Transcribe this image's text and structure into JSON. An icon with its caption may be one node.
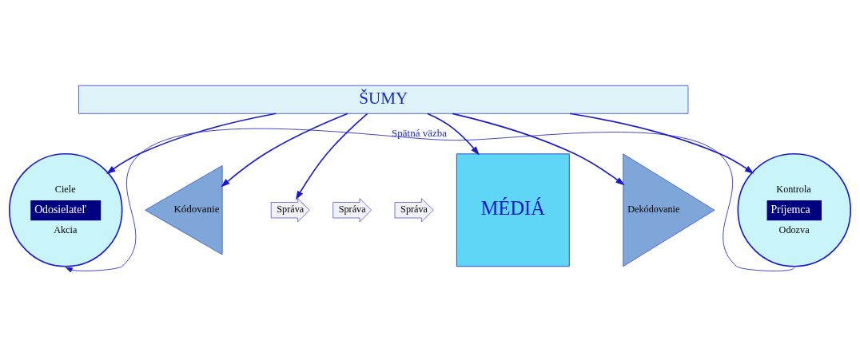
{
  "diagram": {
    "nodes": [
      {
        "text": [
          "ŠUMY"
        ]
      },
      {
        "text": [
          "Ciele",
          "Odosielateľ",
          "Akcia"
        ]
      },
      {
        "text": [
          "Kódovanie"
        ]
      },
      {
        "text": [
          "Správa"
        ]
      },
      {
        "text": [
          "Správa"
        ]
      },
      {
        "text": [
          "Správa"
        ]
      },
      {
        "text": [
          "MÉDIÁ"
        ]
      },
      {
        "text": [
          "Dekódovanie"
        ]
      },
      {
        "text": [
          "Kontrola",
          "Príjemca",
          "Odozva"
        ]
      }
    ],
    "edges": [
      {
        "from": 0,
        "to": 1,
        "arrow": "to"
      },
      {
        "from": 0,
        "to": 2,
        "arrow": "to"
      },
      {
        "from": 0,
        "to": 3,
        "arrow": "to"
      },
      {
        "from": 0,
        "to": 6,
        "arrow": "to"
      },
      {
        "from": 0,
        "to": 7,
        "arrow": "to"
      },
      {
        "from": 0,
        "to": 8,
        "arrow": "to"
      },
      {
        "from": 8,
        "to": 1,
        "arrow": "to",
        "label": "Spätná väzba"
      }
    ]
  }
}
